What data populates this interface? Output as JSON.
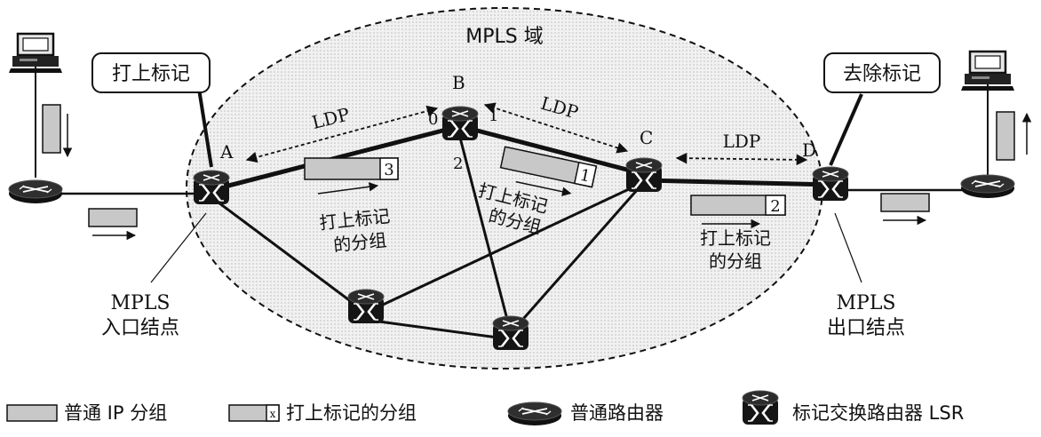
{
  "domain_title": "MPLS 域",
  "callouts": {
    "ingress_action": "打上标记",
    "egress_action": "去除标记"
  },
  "nodes": {
    "A": "A",
    "B": "B",
    "C": "C",
    "D": "D"
  },
  "ports": {
    "b0": "0",
    "b1": "1",
    "b2": "2"
  },
  "ldp": {
    "ab": "LDP",
    "bc": "LDP",
    "cd": "LDP"
  },
  "packets": {
    "ab_label": "3",
    "bc_label": "1",
    "cd_label": "2",
    "caption_line1": "打上标记",
    "caption_line2": "的分组"
  },
  "edge_nodes": {
    "ingress_line1": "MPLS",
    "ingress_line2": "入口结点",
    "egress_line1": "MPLS",
    "egress_line2": "出口结点"
  },
  "legend": {
    "ip_packet": "普通 IP 分组",
    "labeled_packet": "打上标记的分组",
    "labeled_packet_icon_text": "x",
    "router": "普通路由器",
    "lsr": "标记交换路由器 LSR"
  },
  "colors": {
    "packet_fill": "#c8c8c8",
    "ellipse_fill": "#ececec",
    "device": "#161616"
  },
  "icons": {
    "router": "router-icon",
    "lsr": "lsr-switch-icon",
    "host": "computer-icon"
  }
}
